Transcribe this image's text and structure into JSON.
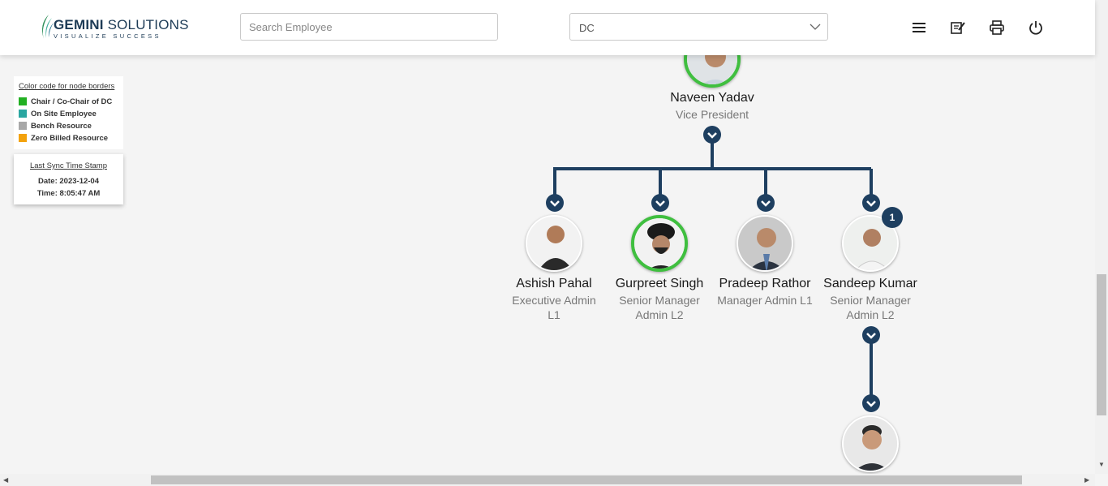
{
  "header": {
    "logo_brand": "GEMINI",
    "logo_brand2": "SOLUTIONS",
    "logo_tagline": "VISUALIZE SUCCESS",
    "search": {
      "placeholder": "Search Employee",
      "value": ""
    },
    "dc_select": {
      "value": "DC"
    },
    "icons": [
      "menu-icon",
      "notes-icon",
      "print-icon",
      "power-icon"
    ]
  },
  "legend": {
    "title": "Color code for node borders",
    "items": [
      {
        "label": "Chair / Co-Chair of DC",
        "color": "#22b022"
      },
      {
        "label": "On Site Employee",
        "color": "#2aa6a0"
      },
      {
        "label": "Bench Resource",
        "color": "#a8a8a8"
      },
      {
        "label": "Zero Billed Resource",
        "color": "#f3a20c"
      }
    ]
  },
  "sync": {
    "title": "Last Sync Time Stamp",
    "date": "Date: 2023-12-04",
    "time": "Time: 8:05:47 AM"
  },
  "colors": {
    "connector": "#1e3f60",
    "chair_border": "#3fbf3f"
  },
  "tree": {
    "root": {
      "name": "Naveen Yadav",
      "role": "Vice President",
      "border": "chair"
    },
    "children": [
      {
        "name": "Ashish Pahal",
        "role_line1": "Executive Admin",
        "role_line2": "L1",
        "border": "none"
      },
      {
        "name": "Gurpreet Singh",
        "role_line1": "Senior Manager",
        "role_line2": "Admin L2",
        "border": "chair"
      },
      {
        "name": "Pradeep Rathor",
        "role_line1": "Manager Admin L1",
        "role_line2": "",
        "border": "none"
      },
      {
        "name": "Sandeep Kumar",
        "role_line1": "Senior Manager",
        "role_line2": "Admin L2",
        "border": "none",
        "badge": "1"
      }
    ],
    "grandchild": {
      "name": "",
      "role": "",
      "border": "none"
    }
  }
}
